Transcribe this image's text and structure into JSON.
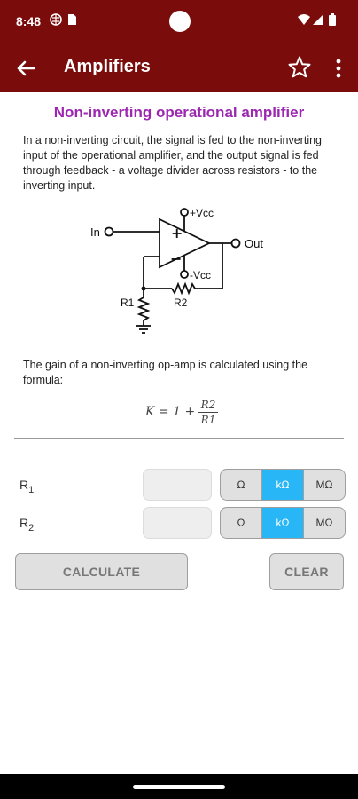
{
  "status": {
    "time": "8:48"
  },
  "appbar": {
    "title": "Amplifiers"
  },
  "content": {
    "heading": "Non-inverting operational amplifier",
    "description": "In a non-inverting circuit, the signal is fed to the non-inverting input of the operational amplifier, and the output signal is fed through feedback - a voltage divider across resistors - to the inverting input.",
    "gain_text": "The gain of a non-inverting op-amp is calculated using the formula:",
    "formula": {
      "lhs": "K = 1 +",
      "numerator": "R2",
      "denominator": "R1"
    }
  },
  "circuit": {
    "in_label": "In",
    "out_label": "Out",
    "vcc_pos": "+Vcc",
    "vcc_neg": "-Vcc",
    "r1_label": "R1",
    "r2_label": "R2",
    "plus_sign": "+",
    "minus_sign": "−"
  },
  "form": {
    "r1": {
      "label": "R",
      "sub": "1",
      "value": "",
      "selected_unit": "kΩ"
    },
    "r2": {
      "label": "R",
      "sub": "2",
      "value": "",
      "selected_unit": "kΩ"
    },
    "units": [
      "Ω",
      "kΩ",
      "MΩ"
    ],
    "calculate_label": "CALCULATE",
    "clear_label": "CLEAR"
  }
}
